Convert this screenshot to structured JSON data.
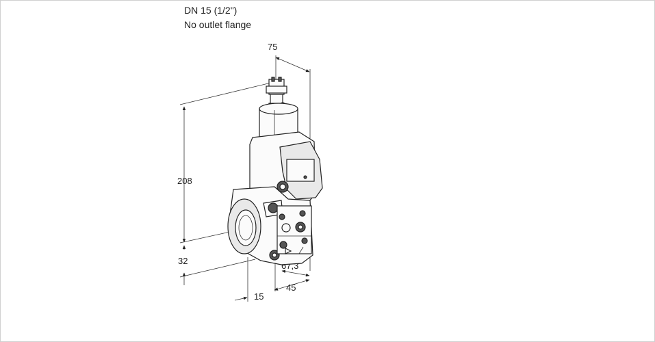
{
  "header": {
    "line1": "DN 15 (1/2\")",
    "line2": "No outlet flange"
  },
  "dimensions": {
    "top_width": "75",
    "height": "208",
    "bottom_offset": "32",
    "inlet_offset": "15",
    "depth": "45",
    "side_depth": "67,3"
  }
}
